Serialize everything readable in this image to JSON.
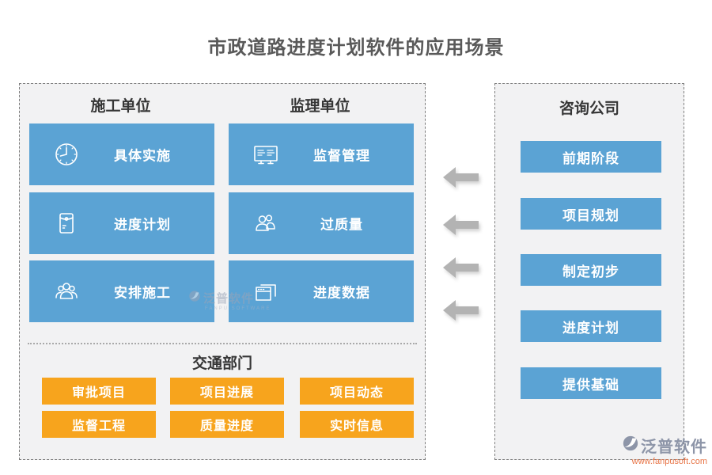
{
  "title": "市政道路进度计划软件的应用场景",
  "left_panel": {
    "columns": [
      {
        "header": "施工单位",
        "items": [
          {
            "label": "具体实施",
            "icon": "clock-icon"
          },
          {
            "label": "进度计划",
            "icon": "satchel-icon"
          },
          {
            "label": "安排施工",
            "icon": "team-icon"
          }
        ]
      },
      {
        "header": "监理单位",
        "items": [
          {
            "label": "监督管理",
            "icon": "board-icon"
          },
          {
            "label": "过质量",
            "icon": "users-icon"
          },
          {
            "label": "进度数据",
            "icon": "windows-icon"
          }
        ]
      }
    ],
    "traffic_section": {
      "header": "交通部门",
      "buttons": [
        "审批项目",
        "项目进展",
        "项目动态",
        "监督工程",
        "质量进度",
        "实时信息"
      ]
    }
  },
  "right_panel": {
    "header": "咨询公司",
    "buttons": [
      "前期阶段",
      "项目规划",
      "制定初步",
      "进度计划",
      "提供基础"
    ]
  },
  "arrows": {
    "direction": "left",
    "count": 4
  },
  "watermark": {
    "brand": "泛普软件",
    "subtext": "FANPU SOFTWARE"
  },
  "footer_logo": {
    "brand": "泛普软件",
    "url": "www.fanpusoft.com"
  },
  "colors": {
    "blue": "#5ba3d4",
    "orange": "#f7a41d",
    "panel_bg": "#f2f2f3",
    "arrow_gray": "#b3b3b3",
    "title_text": "#595959",
    "logo_text": "#8d95a8",
    "logo_url_text": "#e87547"
  }
}
